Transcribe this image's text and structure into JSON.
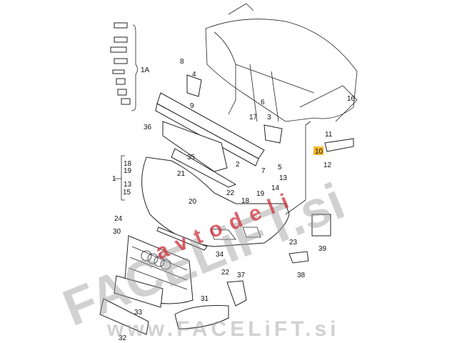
{
  "diagram": {
    "title": "Front bumper exploded parts diagram",
    "callouts": [
      "1A",
      "8",
      "4",
      "9",
      "6",
      "17",
      "3",
      "36",
      "16",
      "11",
      "10",
      "12",
      "35",
      "2",
      "7",
      "5",
      "18",
      "19",
      "1",
      "13",
      "15",
      "21",
      "22",
      "20",
      "18",
      "19",
      "14",
      "13",
      "24",
      "30",
      "34",
      "22",
      "23",
      "39",
      "37",
      "38",
      "31",
      "33",
      "32"
    ],
    "highlighted_callout": "10",
    "highlight_color": "#f5b82e"
  },
  "watermarks": {
    "main": "FACELiFT.si",
    "secondary": "avtodeli",
    "footer": "www.FACELiFT.si"
  }
}
